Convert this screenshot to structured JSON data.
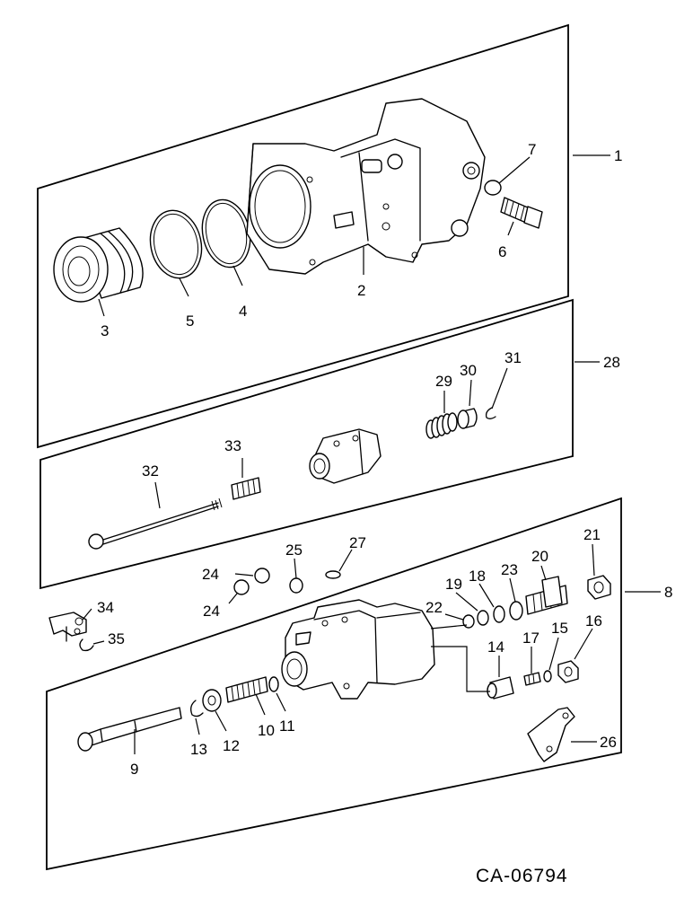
{
  "figure_code": "CA-06794",
  "callouts": {
    "n1": "1",
    "n2": "2",
    "n3": "3",
    "n4": "4",
    "n5": "5",
    "n6": "6",
    "n7": "7",
    "n8": "8",
    "n9": "9",
    "n10": "10",
    "n11": "11",
    "n12": "12",
    "n13": "13",
    "n14": "14",
    "n15": "15",
    "n16": "16",
    "n17": "17",
    "n18": "18",
    "n19": "19",
    "n20": "20",
    "n21": "21",
    "n22": "22",
    "n23": "23",
    "n24a": "24",
    "n24b": "24",
    "n25": "25",
    "n26": "26",
    "n27": "27",
    "n28": "28",
    "n29": "29",
    "n30": "30",
    "n31": "31",
    "n32": "32",
    "n33": "33",
    "n34": "34",
    "n35": "35"
  }
}
